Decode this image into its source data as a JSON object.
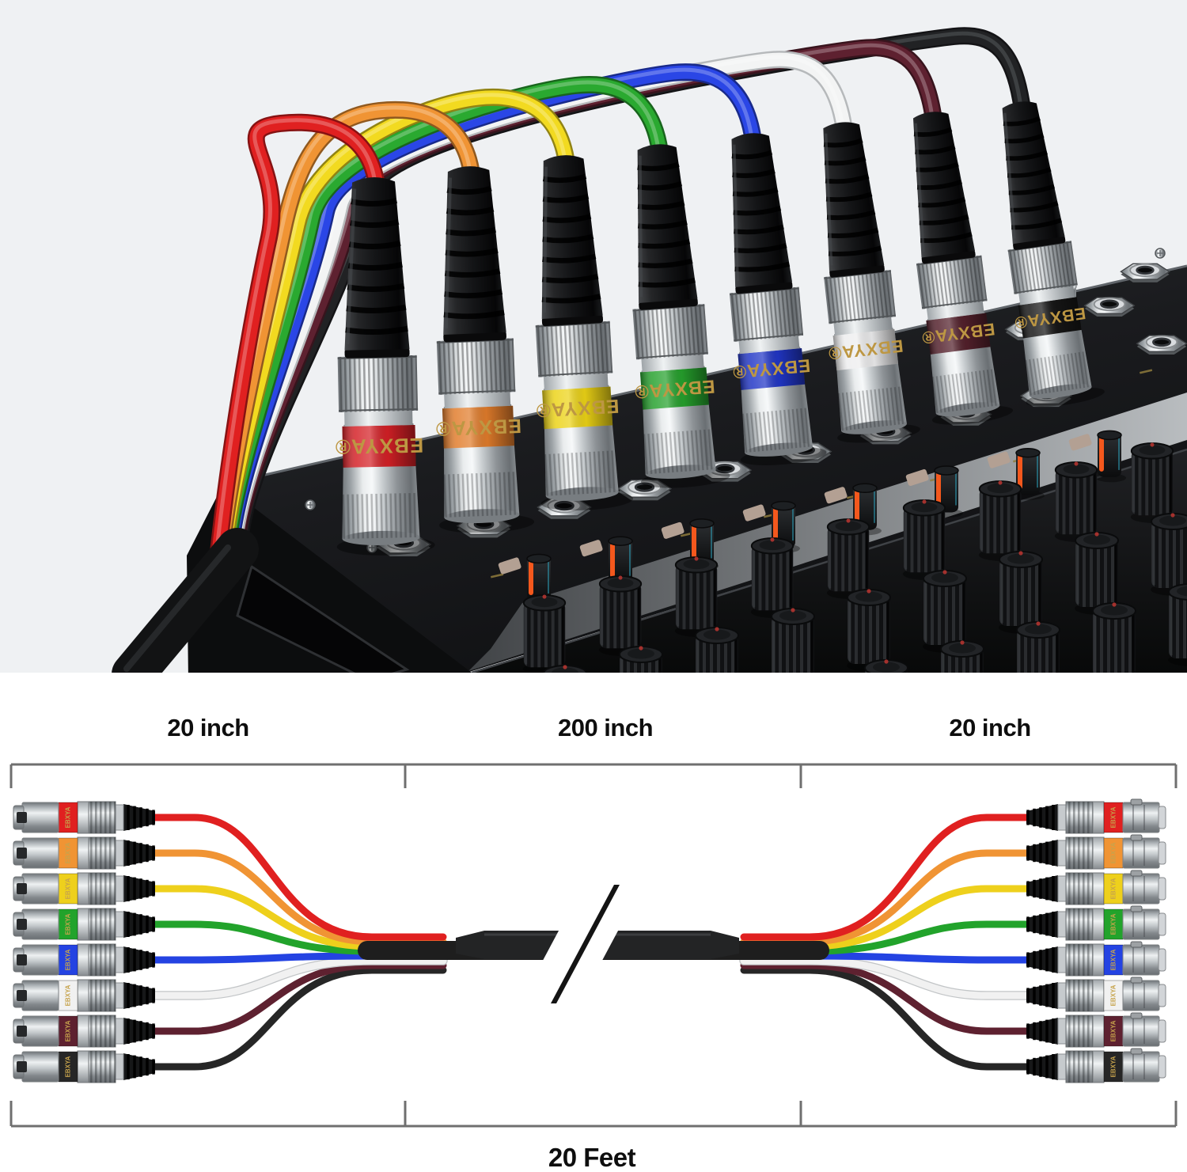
{
  "brand_label": "EBXYA",
  "brand_label_registered": "EBXYA®",
  "photo": {
    "background_color": "#eff1f3",
    "channels": [
      {
        "name": "red",
        "cable_color": "#e02020",
        "band_color": "#d42026"
      },
      {
        "name": "orange",
        "cable_color": "#f09434",
        "band_color": "#e17c2b"
      },
      {
        "name": "yellow",
        "cable_color": "#f2da20",
        "band_color": "#ecd316"
      },
      {
        "name": "green",
        "cable_color": "#2aa930",
        "band_color": "#26a12d"
      },
      {
        "name": "blue",
        "cable_color": "#2a46e6",
        "band_color": "#2136c6"
      },
      {
        "name": "white",
        "cable_color": "#f3f4f4",
        "band_color": "#ededee"
      },
      {
        "name": "maroon",
        "cable_color": "#5e2130",
        "band_color": "#53202b"
      },
      {
        "name": "black",
        "cable_color": "#212224",
        "band_color": "#161616"
      }
    ]
  },
  "diagram": {
    "labels": {
      "left_segment": "20 inch",
      "middle_segment": "200 inch",
      "right_segment": "20 inch",
      "total_length": "20 Feet"
    },
    "wire_colors": [
      "#e02020",
      "#f09434",
      "#eed01c",
      "#22a32b",
      "#2443e2",
      "#f1f1f1",
      "#5e2130",
      "#262626"
    ],
    "trunk_color": "#1e1e1e",
    "line_color": "#6f6f6f"
  }
}
